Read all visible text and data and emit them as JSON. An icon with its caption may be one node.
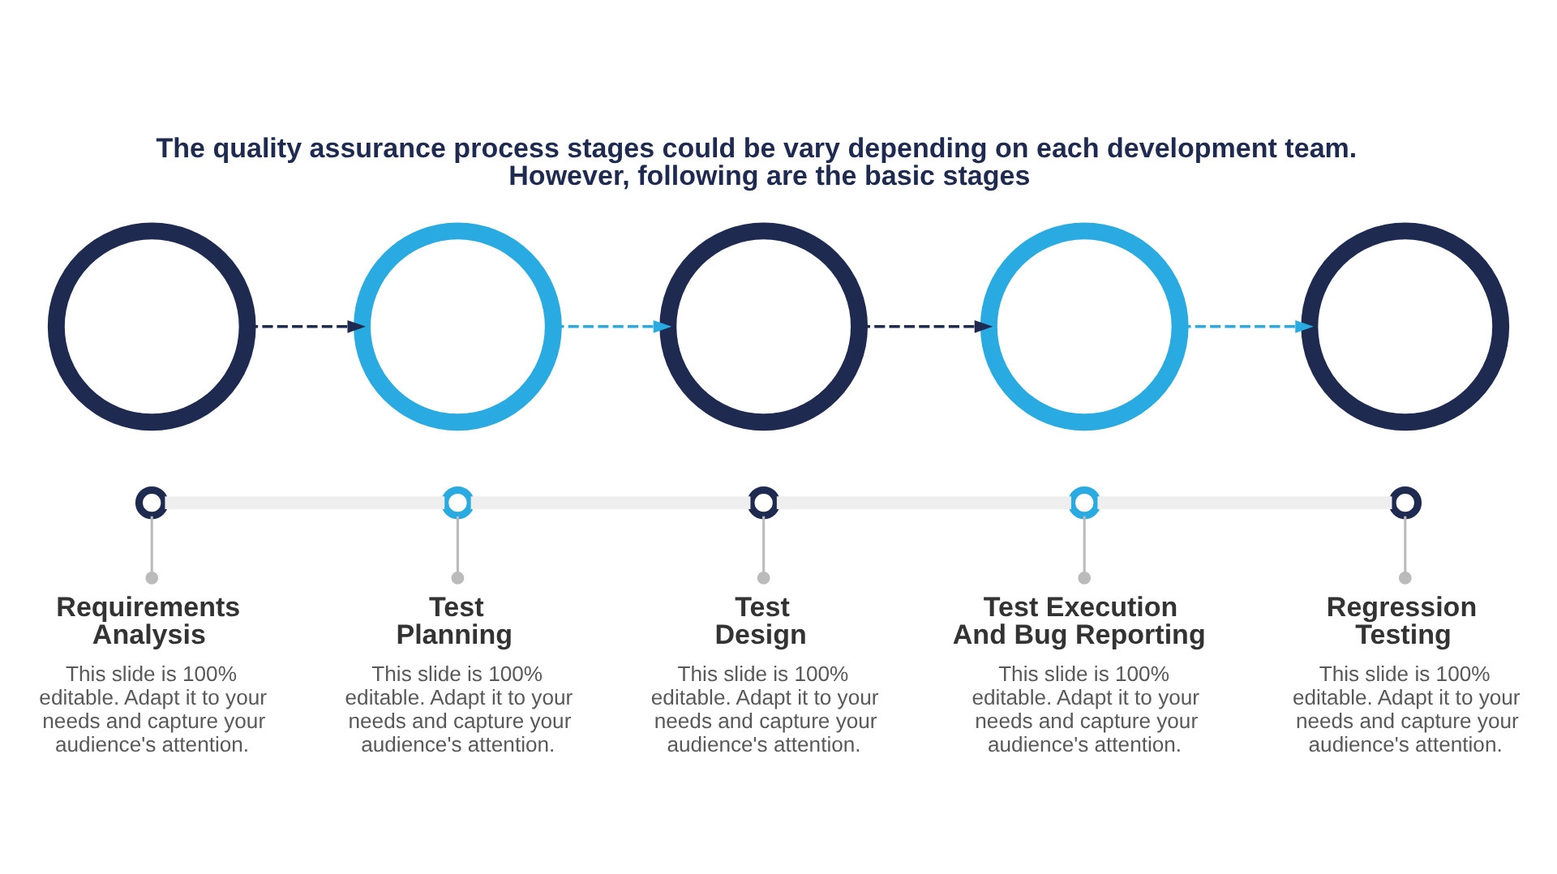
{
  "diagram": {
    "title": "The quality assurance process stages could be vary depending on each development team. However, following are the basic stages",
    "nodes": [
      {
        "text": [],
        "shape": "circle"
      },
      {
        "text": [],
        "shape": "circle"
      },
      {
        "text": [],
        "shape": "circle"
      },
      {
        "text": [],
        "shape": "circle"
      },
      {
        "text": [],
        "shape": "circle"
      },
      {
        "text": [],
        "shape": "circle"
      },
      {
        "text": [],
        "shape": "circle"
      },
      {
        "text": [],
        "shape": "circle"
      },
      {
        "text": [],
        "shape": "circle"
      },
      {
        "text": [],
        "shape": "circle"
      },
      {
        "text": [
          "Requirements Analysis",
          "This slide is 100% editable. Adapt it to your needs and capture your audience's attention."
        ]
      },
      {
        "text": [
          "Test Planning",
          "This slide is 100% editable. Adapt it to your needs and capture your audience's attention."
        ]
      },
      {
        "text": [
          "Test Design",
          "This slide is 100% editable. Adapt it to your needs and capture your audience's attention."
        ]
      },
      {
        "text": [
          "Test Execution And Bug Reporting",
          "This slide is 100% editable. Adapt it to your needs and capture your audience's attention."
        ]
      },
      {
        "text": [
          "Regression Testing",
          "This slide is 100% editable. Adapt it to your needs and capture your audience's attention."
        ]
      }
    ],
    "edges": [
      {
        "from": 0,
        "to": 1,
        "arrow": "to",
        "style": "dashed",
        "color": "#1f2a50"
      },
      {
        "from": 1,
        "to": 2,
        "arrow": "to",
        "style": "dashed",
        "color": "#29abe2"
      },
      {
        "from": 2,
        "to": 3,
        "arrow": "to",
        "style": "dashed",
        "color": "#1f2a50"
      },
      {
        "from": 3,
        "to": 4,
        "arrow": "to",
        "style": "dashed",
        "color": "#29abe2"
      },
      {
        "from": 5,
        "to": 6,
        "arrow": "none",
        "style": "thick",
        "color": "#eeeeee"
      },
      {
        "from": 6,
        "to": 7,
        "arrow": "none",
        "style": "thick",
        "color": "#eeeeee"
      },
      {
        "from": 7,
        "to": 8,
        "arrow": "none",
        "style": "thick",
        "color": "#eeeeee"
      },
      {
        "from": 8,
        "to": 9,
        "arrow": "none",
        "style": "thick",
        "color": "#eeeeee"
      },
      {
        "from": 5,
        "to": 10,
        "arrow": "other",
        "color": "#bbbbbb"
      },
      {
        "from": 6,
        "to": 11,
        "arrow": "other",
        "color": "#bbbbbb"
      },
      {
        "from": 7,
        "to": 12,
        "arrow": "other",
        "color": "#bbbbbb"
      },
      {
        "from": 8,
        "to": 13,
        "arrow": "other",
        "color": "#bbbbbb"
      },
      {
        "from": 9,
        "to": 14,
        "arrow": "other",
        "color": "#bbbbbb"
      }
    ]
  }
}
